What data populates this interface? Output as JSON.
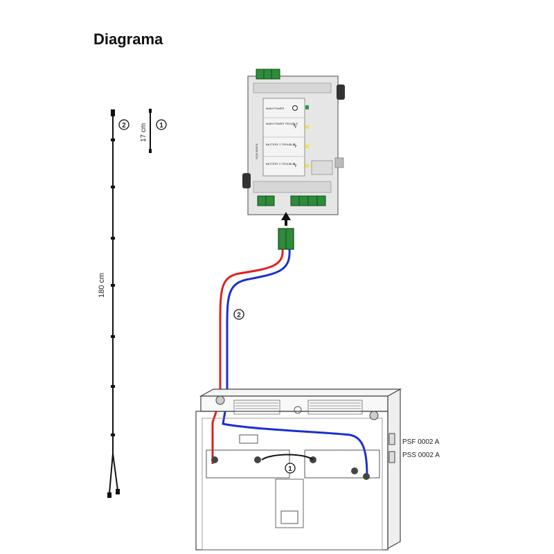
{
  "title": "Diagrama",
  "callouts": {
    "one": "1",
    "two": "2"
  },
  "dimensions": {
    "short_cable": "17 cm",
    "long_cable": "180 cm"
  },
  "module": {
    "model": "SCM 0000 B",
    "rows": [
      {
        "label": "MAIN POWER"
      },
      {
        "label": "MAIN POWER TROUBLE"
      },
      {
        "label": "BATTERY 1 TROUBLE"
      },
      {
        "label": "BATTERY 2 TROUBLE"
      }
    ],
    "colors": {
      "terminal": "#2e8b3a",
      "led_yellow": "#f2e33b",
      "led_green": "#2e9a3c",
      "body": "#e6e6e6"
    }
  },
  "cables": {
    "positive": "#e02020",
    "negative": "#1a2fd0"
  },
  "enclosure": {
    "models": [
      "PSF 0002 A",
      "PSS 0002 A"
    ]
  }
}
